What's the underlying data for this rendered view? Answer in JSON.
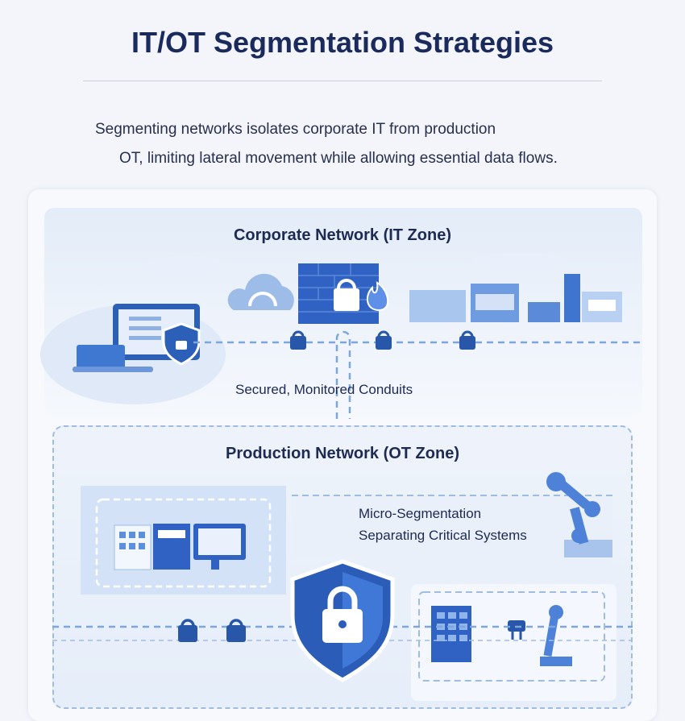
{
  "title": "IT/OT Segmentation Strategies",
  "subtitle": {
    "line1": "Segmenting networks isolates corporate IT from production",
    "line2": "OT, limiting lateral movement while allowing essential data flows."
  },
  "it_zone": {
    "title": "Corporate Network (IT Zone)"
  },
  "conduit_label": "Secured, Monitored Conduits",
  "ot_zone": {
    "title": "Production Network (OT Zone)",
    "micro_label_1": "Micro-Segmentation",
    "micro_label_2": "Separating Critical Systems"
  },
  "colors": {
    "accent": "#2f6fd0",
    "title": "#1a2a5c",
    "light": "#dbe7f7"
  }
}
